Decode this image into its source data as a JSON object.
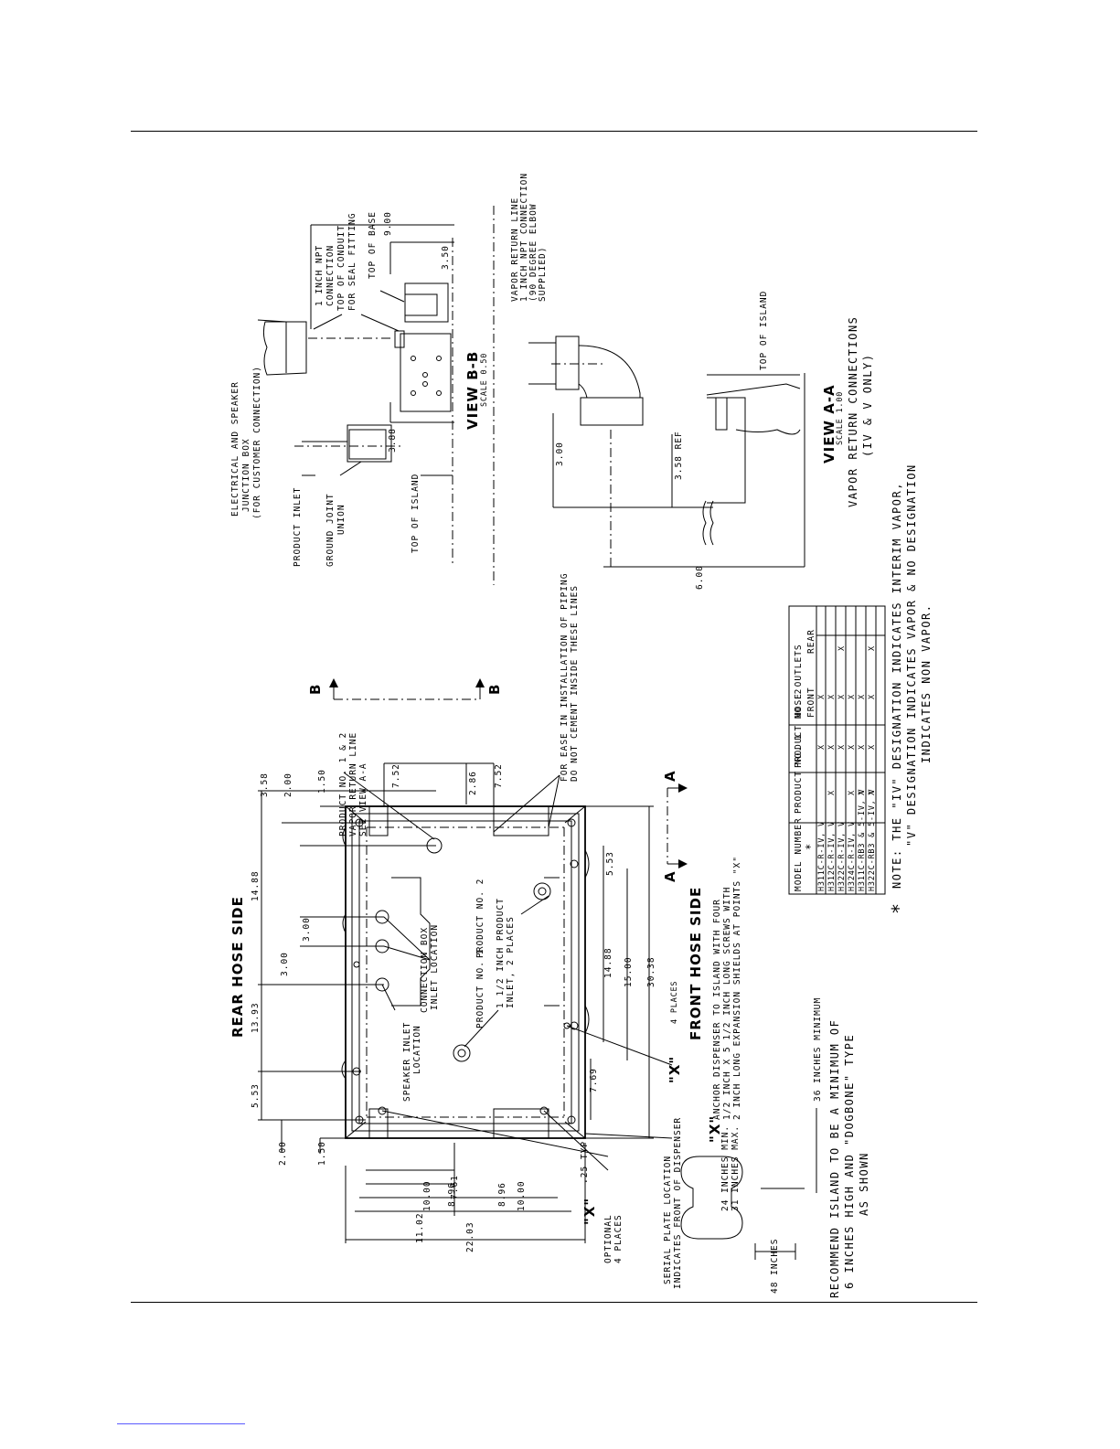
{
  "view_bb": {
    "title": "VIEW  B-B",
    "scale": "SCALE  0.50",
    "labels": {
      "electrical_box": [
        "ELECTRICAL AND SPEAKER",
        "JUNCTION BOX",
        "(FOR CUSTOMER CONNECTION)"
      ],
      "npt_connection": [
        "1 INCH NPT",
        "CONNECTION"
      ],
      "top_of_conduit": [
        "TOP OF CONDUIT",
        "FOR SEAL FITTING"
      ],
      "top_of_base": "TOP OF BASE",
      "product_inlet": "PRODUCT INLET",
      "ground_joint": [
        "GROUND JOINT",
        "UNION"
      ],
      "top_of_island": "TOP OF ISLAND"
    },
    "dims": {
      "d900": "9.00",
      "d350": "3.50",
      "d388": "3.88"
    }
  },
  "view_aa": {
    "title": "VIEW  A-A",
    "scale": "SCALE  1.00",
    "subtitle": "VAPOR RETURN CONNECTIONS",
    "subtitle2": "(IV & V ONLY)",
    "labels": {
      "vapor_return": [
        "VAPOR RETURN LINE",
        "1 INCH NPT CONNECTION",
        "(90 DEGREE ELBOW",
        "SUPPLIED)"
      ],
      "top_of_island": "TOP OF ISLAND"
    },
    "dims": {
      "d300": "3.00",
      "d358ref": "3.58 REF",
      "d600": "6.00"
    }
  },
  "plan": {
    "rear_title": "REAR  HOSE  SIDE",
    "front_title": "FRONT  HOSE  SIDE",
    "section_b": "B",
    "section_a": "A",
    "labels": {
      "vapor_line": [
        "PRODUCT NO. 1 & 2",
        "VAPOR RETURN LINE",
        "SEE VIEW A-A"
      ],
      "ease": [
        "FOR EASE IN INSTALLATION OF PIPING",
        "DO NOT CEMENT INSIDE THESE LINES"
      ],
      "product_no_2": "PRODUCT NO. 2",
      "product_no_1": "PRODUCT NO. 1",
      "inlet": [
        "1 1/2 INCH PRODUCT",
        "INLET, 2 PLACES"
      ],
      "connection_box": [
        "CONNECTION BOX",
        "INLET LOCATION"
      ],
      "speaker_inlet": [
        "SPEAKER INLET",
        "LOCATION"
      ],
      "x_mark": "\"X\"",
      "four_places": "4 PLACES",
      "optional": [
        "OPTIONAL",
        "4 PLACES"
      ],
      "serial": [
        "SERIAL PLATE LOCATION",
        "INDICATES FRONT OF DISPENSER"
      ],
      "anchor": [
        "ANCHOR DISPENSER TO ISLAND WITH FOUR",
        "1/2 INCH X 5 1/2 INCH LONG SCREWS WITH",
        "2 INCH LONG EXPANSION SHIELDS AT POINTS \"X\""
      ],
      "typ": ".25 TYP"
    },
    "dims_top": [
      "5.53",
      "13.93",
      "14.88",
      "3.00",
      "3.00",
      "3.58",
      "2.00",
      "1.50",
      "2.00",
      "1.50"
    ],
    "dims_right": [
      "7.52",
      "7.52",
      "2.86"
    ],
    "dims_bottom": [
      "5.53",
      "14.88",
      "15.00",
      "30.38",
      "7.69"
    ],
    "dims_left": [
      "7.61",
      "8.96",
      "10.00",
      "11.02",
      "8.96",
      "10.00",
      "22.03"
    ]
  },
  "table": {
    "headers": [
      "MODEL NUMBER",
      "PRODUCT NO. 1",
      "PRODUCT NO. 2",
      "HOSE OUTLETS"
    ],
    "asterisk": "*",
    "subheaders": [
      "FRONT",
      "REAR"
    ],
    "rows": [
      {
        "model": "H311C-R-IV, V",
        "p1": "",
        "p2": "X",
        "front": "X",
        "rear": ""
      },
      {
        "model": "H312C-R-IV, V",
        "p1": "X",
        "p2": "X",
        "front": "X",
        "rear": ""
      },
      {
        "model": "H322C-R-IV, V",
        "p1": "",
        "p2": "X",
        "front": "X",
        "rear": "X"
      },
      {
        "model": "H324C-R-IV, V",
        "p1": "X",
        "p2": "X",
        "front": "X",
        "rear": ""
      },
      {
        "model": "H311C-RB3 & 5-IV, V",
        "p1": "X",
        "p2": "X",
        "front": "X",
        "rear": ""
      },
      {
        "model": "H322C-RB3 & 5-IV, V",
        "p1": "X",
        "p2": "X",
        "front": "X",
        "rear": "X"
      }
    ]
  },
  "notes": {
    "asterisk": "*",
    "lines": [
      "NOTE: THE \"IV\" DESIGNATION INDICATES INTERIM VAPOR,",
      "\"V\" DESIGNATION INDICATES VAPOR & NO DESIGNATION",
      "INDICATES NON VAPOR."
    ]
  },
  "island": {
    "dims": {
      "width": "48 INCHES",
      "neck_min": "24 INCHES MIN.",
      "neck_max": "31 INCHES MAX.",
      "length": "36 INCHES MINIMUM"
    },
    "lines": [
      "RECOMMEND ISLAND TO BE A MINIMUM OF",
      "6 INCHES HIGH AND \"DOGBONE\" TYPE",
      "AS SHOWN"
    ]
  }
}
